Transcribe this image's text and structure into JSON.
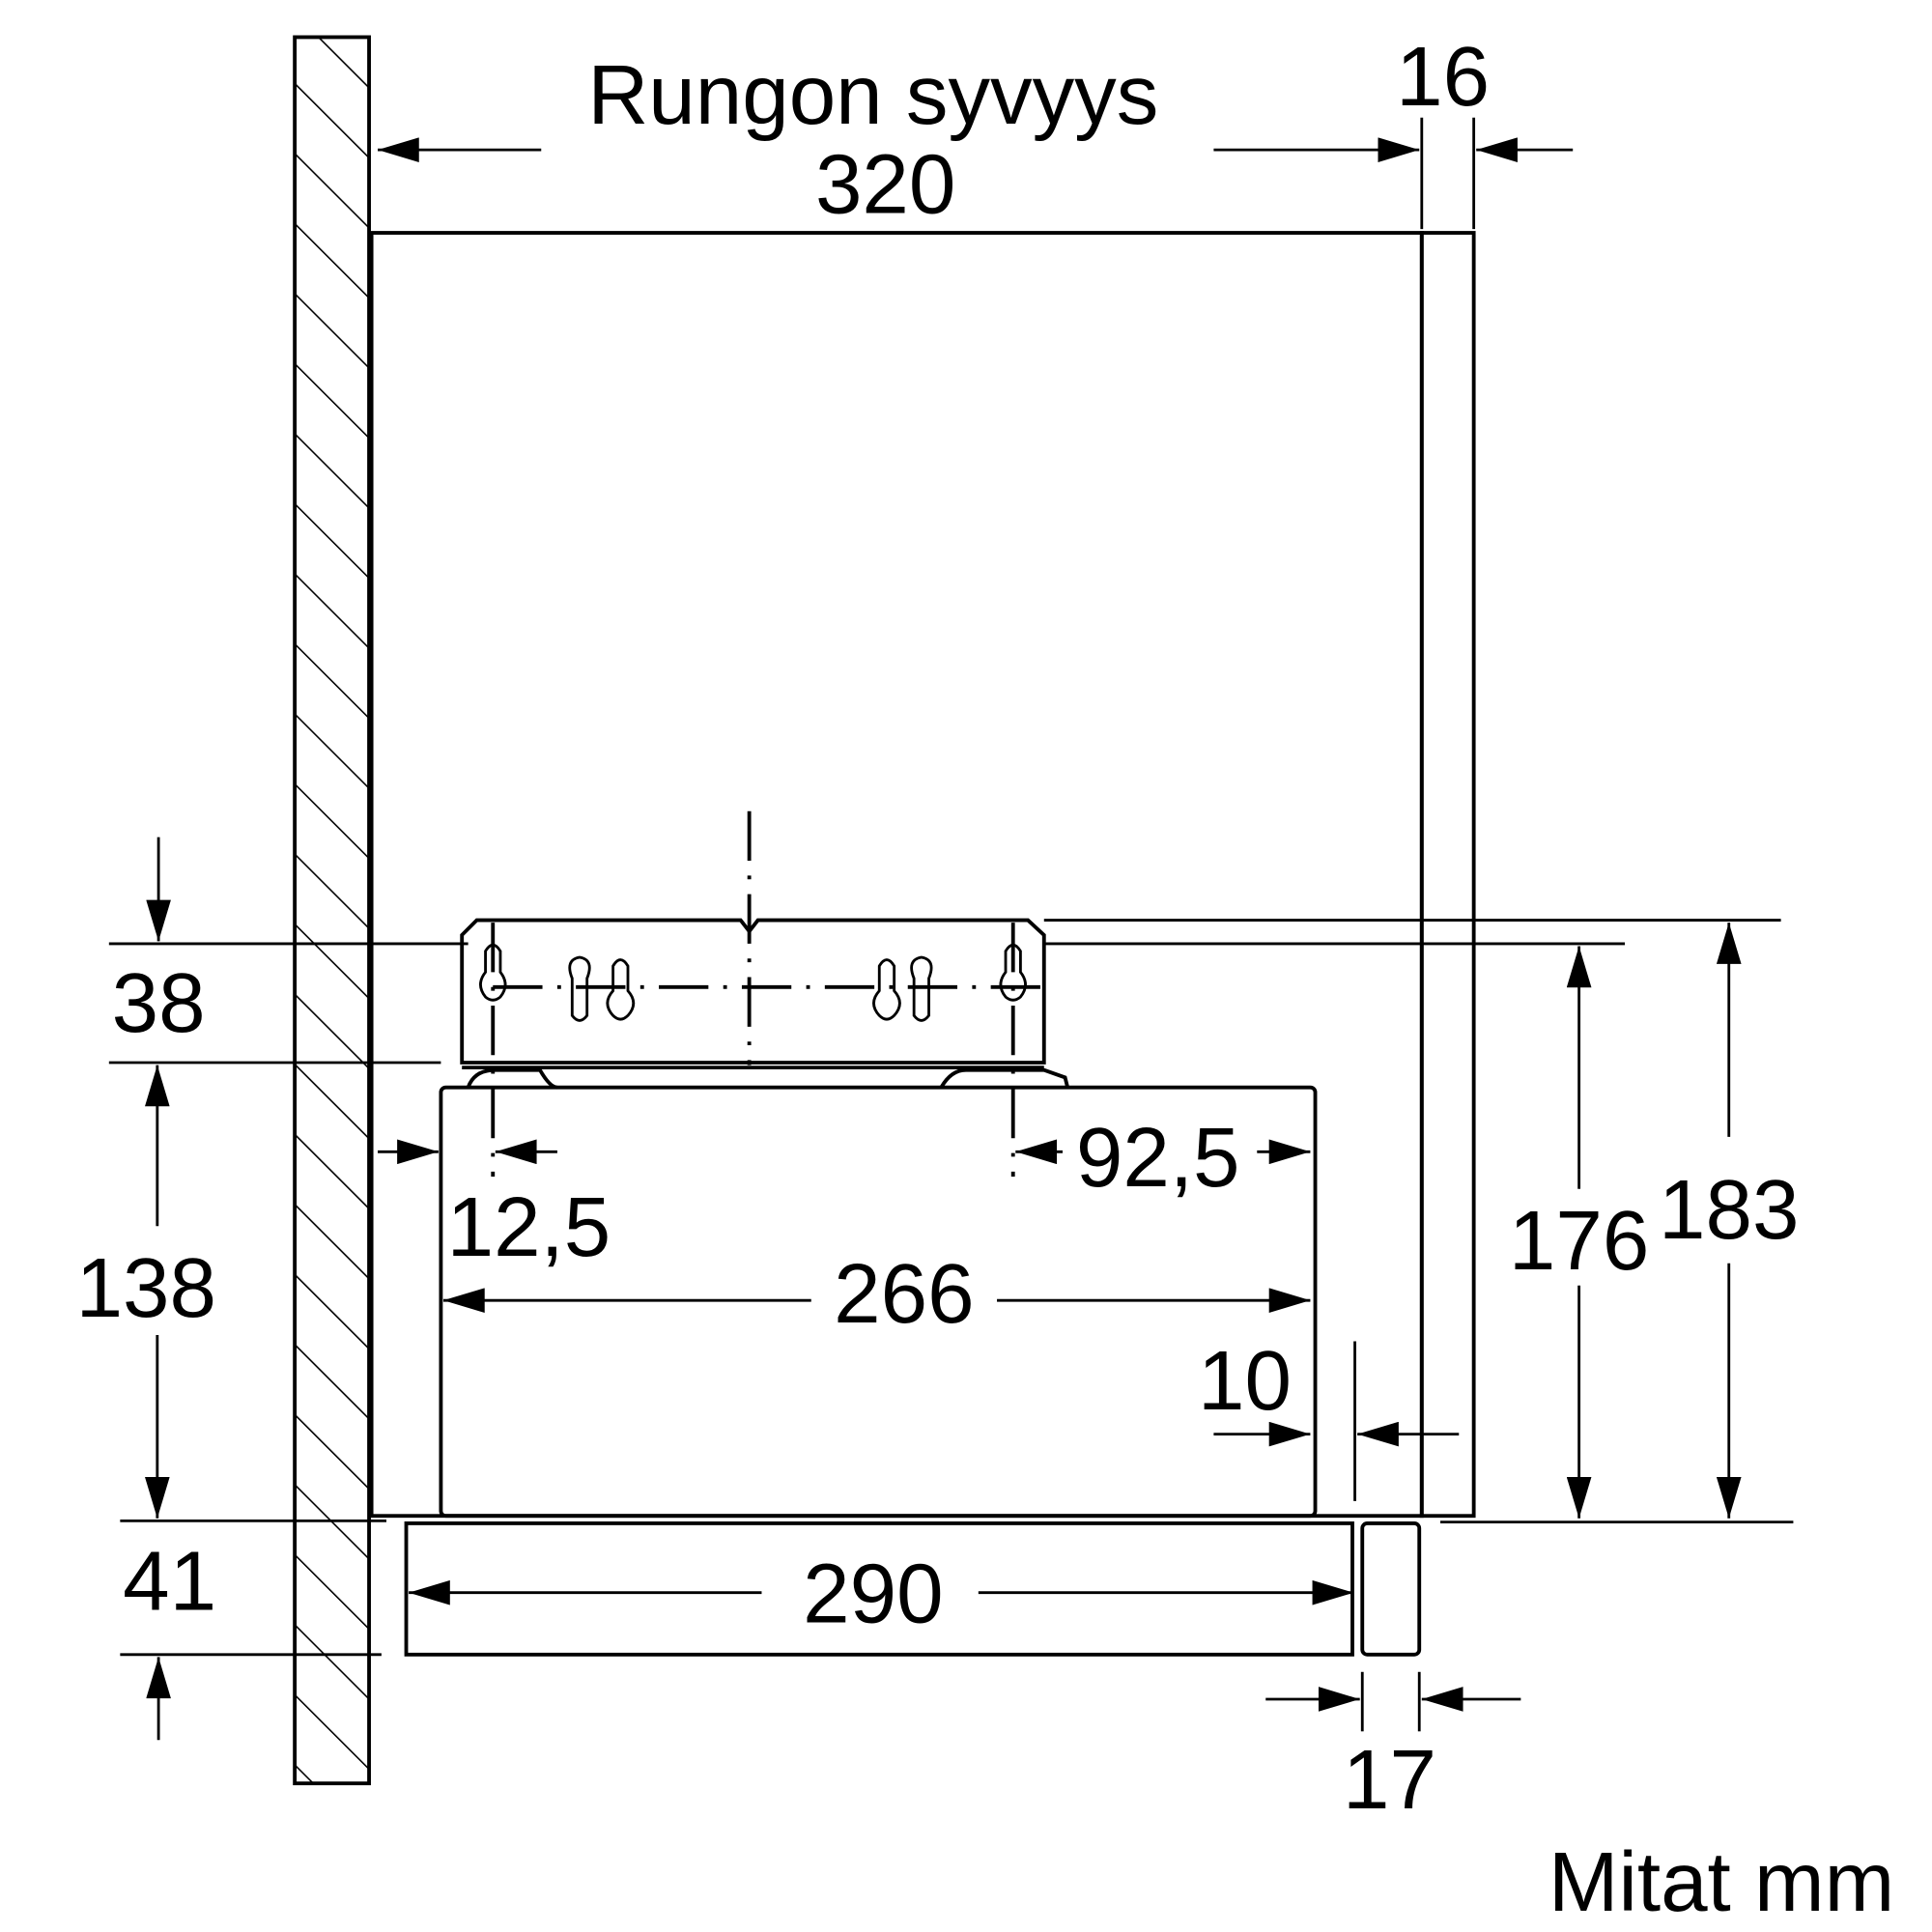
{
  "title": "Rungon syvyys",
  "units_note": "Mitat mm",
  "dimensions": {
    "depth": "320",
    "door_thickness": "16",
    "bracket_height": "38",
    "hood_height": "138",
    "front_height": "41",
    "inner_height": "176",
    "outer_height": "183",
    "left_offset": "12,5",
    "right_offset": "92,5",
    "hood_depth": "266",
    "rear_gap": "10",
    "drawer_depth": "290",
    "front_panel": "17"
  },
  "colors": {
    "line": "#000000",
    "background": "#ffffff"
  }
}
